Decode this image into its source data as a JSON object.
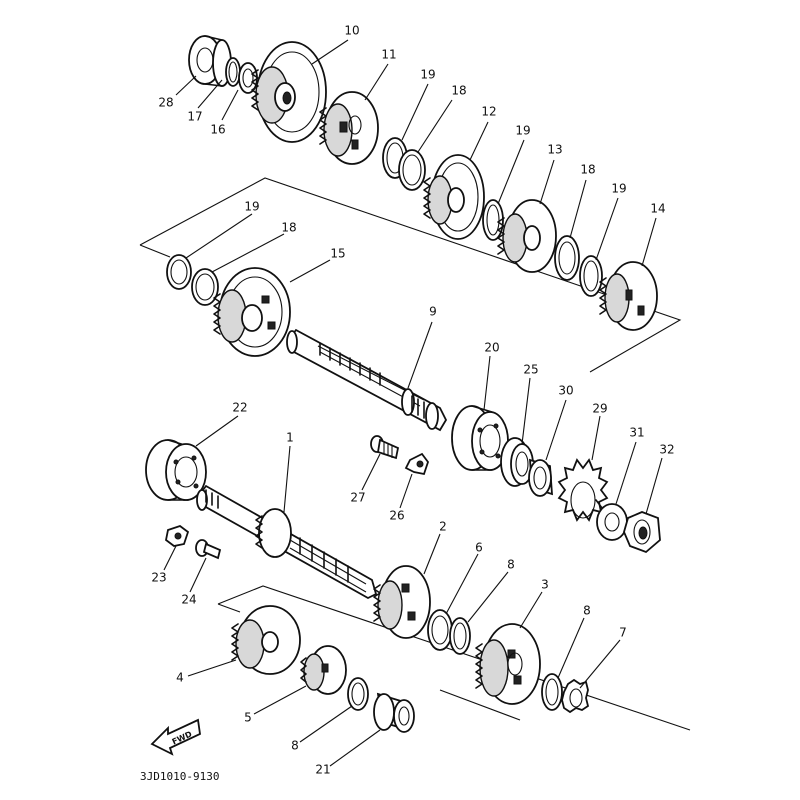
{
  "diagram": {
    "part_code": "3JD1010-9130",
    "direction_label": "FWD",
    "callouts": [
      "10",
      "11",
      "19",
      "18",
      "12",
      "19",
      "13",
      "18",
      "19",
      "14",
      "28",
      "17",
      "16",
      "19",
      "18",
      "15",
      "9",
      "20",
      "25",
      "30",
      "29",
      "31",
      "32",
      "22",
      "1",
      "27",
      "26",
      "2",
      "6",
      "8",
      "3",
      "8",
      "7",
      "23",
      "24",
      "4",
      "5",
      "8",
      "21"
    ]
  }
}
